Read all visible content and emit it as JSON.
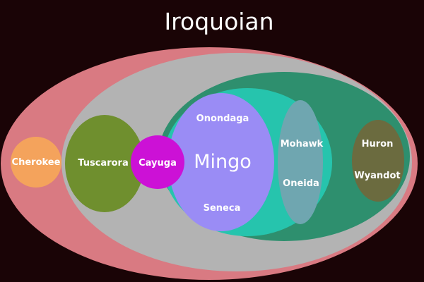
{
  "title": "Iroquoian",
  "colors": {
    "background": "#1a0406",
    "iroquoian": "#d97a82",
    "northern_iroquoian": "#b3b3b3",
    "lake_iroquoian": "#2e8f6e",
    "five_nations": "#26c4ad",
    "mingo": "#9a8cf5",
    "mohawk_oneida": "#6fa6b0",
    "huron_wyandot": "#6b6b3f",
    "cherokee": "#f4a35c",
    "tuscarora": "#6f8f2e",
    "cayuga": "#cc11d6"
  },
  "groups": {
    "cherokee": "Cherokee",
    "tuscarora": "Tuscarora",
    "cayuga": "Cayuga",
    "mingo": "Mingo",
    "onondaga": "Onondaga",
    "seneca": "Seneca",
    "mohawk": "Mohawk",
    "oneida": "Oneida",
    "huron": "Huron",
    "wyandot": "Wyandot"
  }
}
